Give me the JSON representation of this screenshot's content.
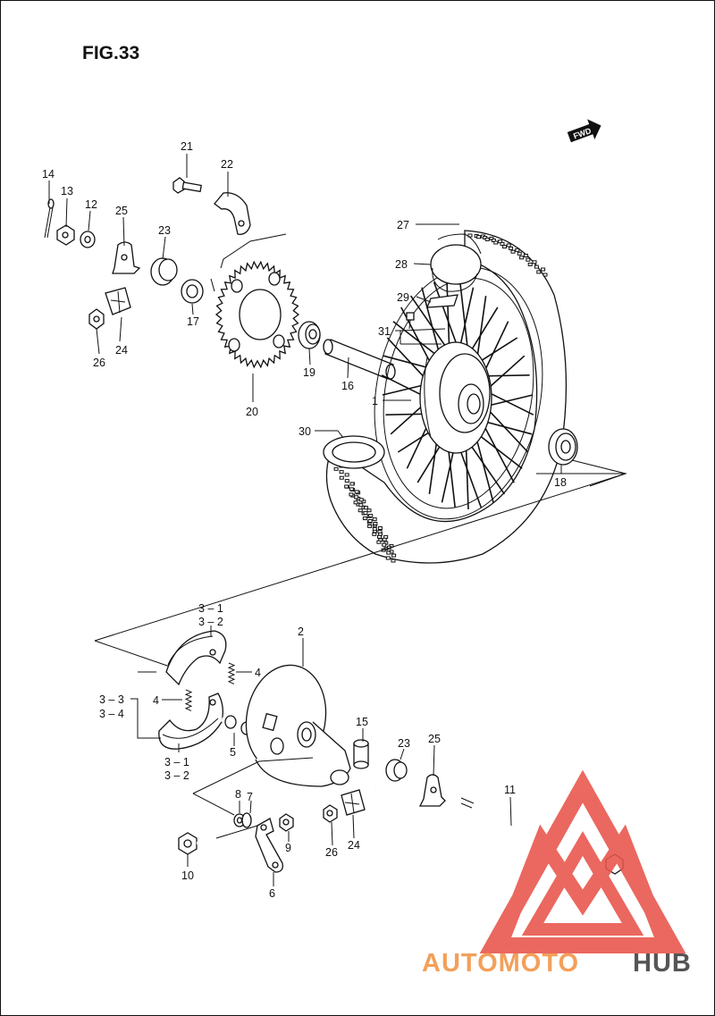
{
  "figure_title": "FIG.33",
  "fwd_badge": "FWD",
  "watermark": {
    "part1": "AUTOMOTO",
    "part2": "HUB",
    "color_a": "#f3a05a",
    "color_b": "#e8544a",
    "color_c": "#555555"
  },
  "labels": {
    "p14": "14",
    "p13": "13",
    "p12": "12",
    "p25a": "25",
    "p23a": "23",
    "p21": "21",
    "p22": "22",
    "p17": "17",
    "p24a": "24",
    "p26a": "26",
    "p20": "20",
    "p19": "19",
    "p16": "16",
    "p27": "27",
    "p28": "28",
    "p29": "29",
    "p31": "31",
    "p1": "1",
    "p30": "30",
    "p18": "18",
    "p3_1a": "3 – 1",
    "p3_2a": "3 – 2",
    "p2": "2",
    "p4a": "4",
    "p4b": "4",
    "p3_3": "3 – 3",
    "p3_4": "3 – 4",
    "p5": "5",
    "p3_1b": "3 – 1",
    "p3_2b": "3 – 2",
    "p15": "15",
    "p23b": "23",
    "p25b": "25",
    "p11": "11",
    "p8": "8",
    "p7": "7",
    "p9": "9",
    "p26b": "26",
    "p24b": "24",
    "p10": "10",
    "p6": "6"
  }
}
